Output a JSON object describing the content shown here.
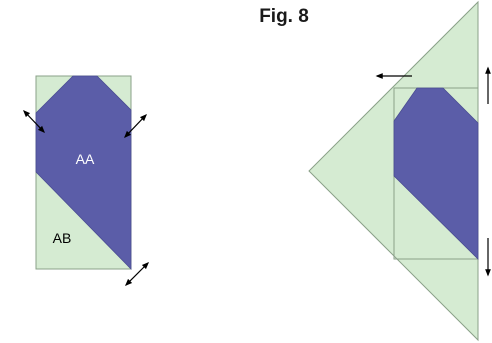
{
  "figure": {
    "title": "Fig. 8",
    "labels": {
      "blue_region": "AA",
      "green_region": "AB"
    },
    "colors": {
      "green_fill": "#d5ebd2",
      "green_stroke": "#8aa088",
      "blue_fill": "#5b5da8",
      "label_on_blue": "#ffffff",
      "label_on_green": "#000000",
      "arrow": "#000000"
    },
    "icons": {
      "arrow_style": "arrow-icon"
    }
  }
}
